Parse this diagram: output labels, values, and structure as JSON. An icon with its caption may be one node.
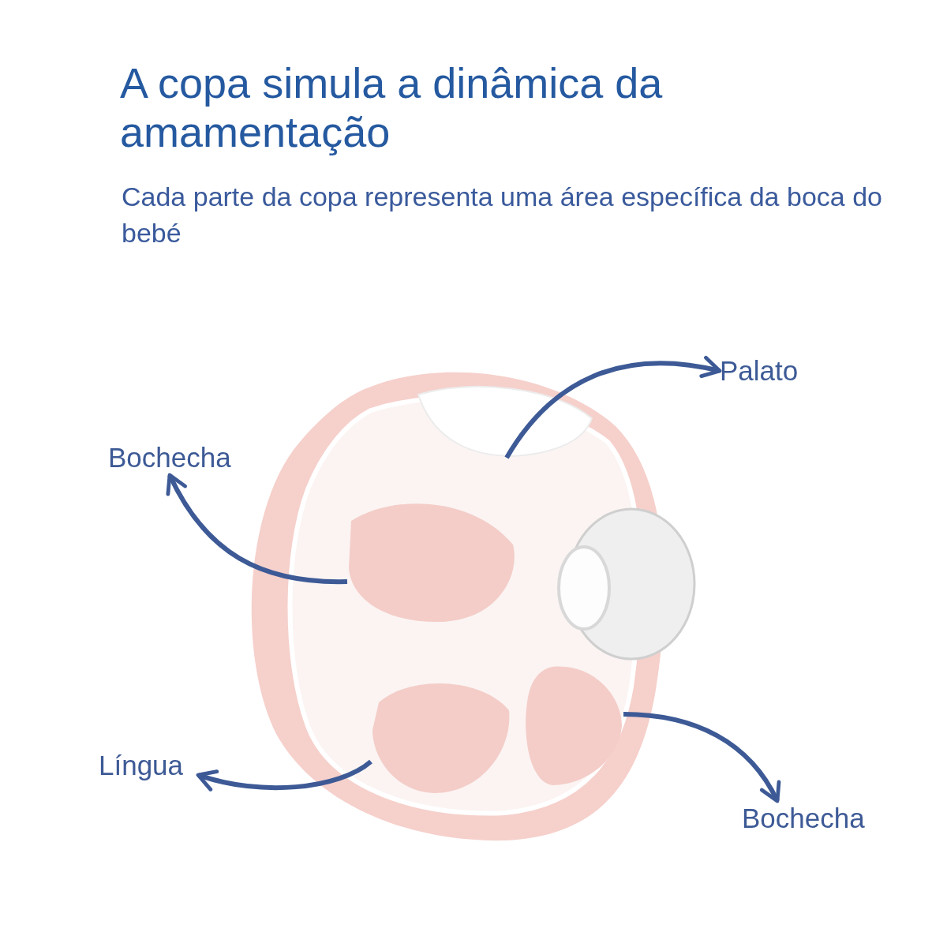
{
  "diagram": {
    "title": "A copa simula a dinâmica da amamentação",
    "nodes": [
      {
        "text": [],
        "shape": "picture"
      },
      {
        "text": [],
        "shape": "picture",
        "in": 0
      },
      {
        "text": [],
        "shape": "circle",
        "in": 0
      },
      {
        "text": [],
        "shape": "circle",
        "in": 0
      },
      {
        "text": [],
        "shape": "circle",
        "in": 0
      },
      {
        "text": [
          "Palato"
        ]
      },
      {
        "text": [
          "Bochecha"
        ]
      },
      {
        "text": [
          "Língua"
        ]
      },
      {
        "text": [
          "Bochecha"
        ]
      }
    ],
    "edges": [
      {
        "from": 1,
        "to": 5,
        "arrow": "to"
      },
      {
        "from": 2,
        "to": 6,
        "arrow": "to"
      },
      {
        "from": 3,
        "to": 7,
        "arrow": "to"
      },
      {
        "from": 4,
        "to": 8,
        "arrow": "to"
      }
    ],
    "labels": [
      "Cada parte da copa representa uma área específica da boca do bebé"
    ]
  }
}
